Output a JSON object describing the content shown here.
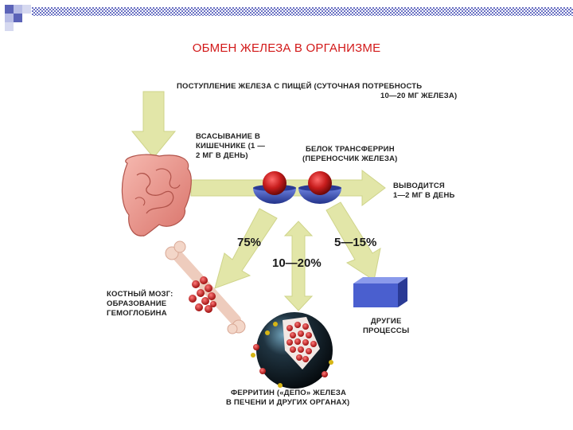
{
  "title": "ОБМЕН ЖЕЛЕЗА В ОРГАНИЗМЕ",
  "labels": {
    "intake_line1": "ПОСТУПЛЕНИЕ ЖЕЛЕЗА С ПИЩЕЙ (СУТОЧНАЯ ПОТРЕБНОСТЬ",
    "intake_line2": "10—20 МГ ЖЕЛЕЗА)",
    "absorption_line1": "ВСАСЫВАНИЕ В",
    "absorption_line2": "КИШЕЧНИКЕ (1 —",
    "absorption_line3": "2 МГ В ДЕНЬ)",
    "transferrin_line1": "БЕЛОК ТРАНСФЕРРИН",
    "transferrin_line2": "(ПЕРЕНОСЧИК ЖЕЛЕЗА)",
    "excreted_line1": "ВЫВОДИТСЯ",
    "excreted_line2": "1—2 МГ В ДЕНЬ",
    "marrow_line1": "КОСТНЫЙ МОЗГ:",
    "marrow_line2": "ОБРАЗОВАНИЕ",
    "marrow_line3": "ГЕМОГЛОБИНА",
    "other_line1": "ДРУГИЕ",
    "other_line2": "ПРОЦЕССЫ",
    "ferritin_line1": "ФЕРРИТИН («ДЕПО» ЖЕЛЕЗА",
    "ferritin_line2": "В ПЕЧЕНИ И ДРУГИХ ОРГАНАХ)"
  },
  "percentages": {
    "marrow": "75%",
    "ferritin": "10—20%",
    "other": "5—15%"
  },
  "colors": {
    "title": "#d21818",
    "arrow": "#e2e6a8",
    "arrow_stroke": "#cfd48a",
    "sphere_red": "#c81d1d",
    "bowl_blue": "#3f55b8",
    "box_blue": "#4a5fcf",
    "deco_blue": "#5b63b8"
  }
}
